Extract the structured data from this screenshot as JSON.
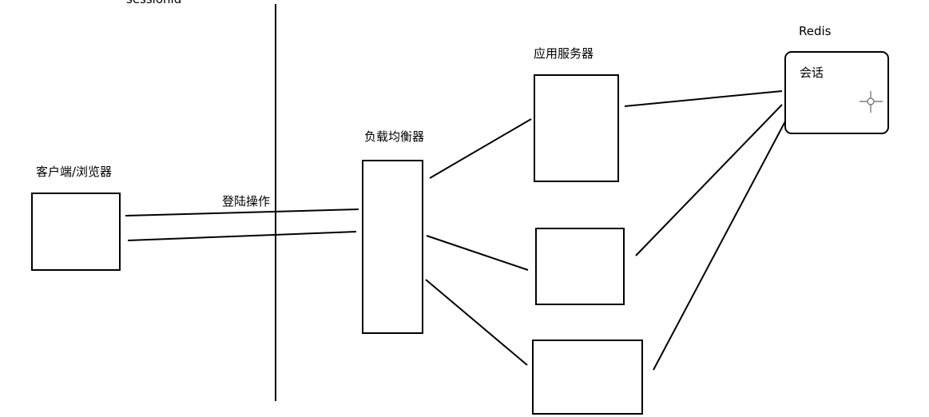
{
  "labels": {
    "session_top": "sessionid",
    "client": "客户端/浏览器",
    "login": "登陆操作",
    "load_balancer": "负载均衡器",
    "app_server": "应用服务器",
    "redis": "Redis",
    "session_store": "会话"
  },
  "icons": {
    "cursor": "crosshair-move-icon"
  },
  "colors": {
    "stroke": "#000000",
    "background": "#ffffff"
  }
}
